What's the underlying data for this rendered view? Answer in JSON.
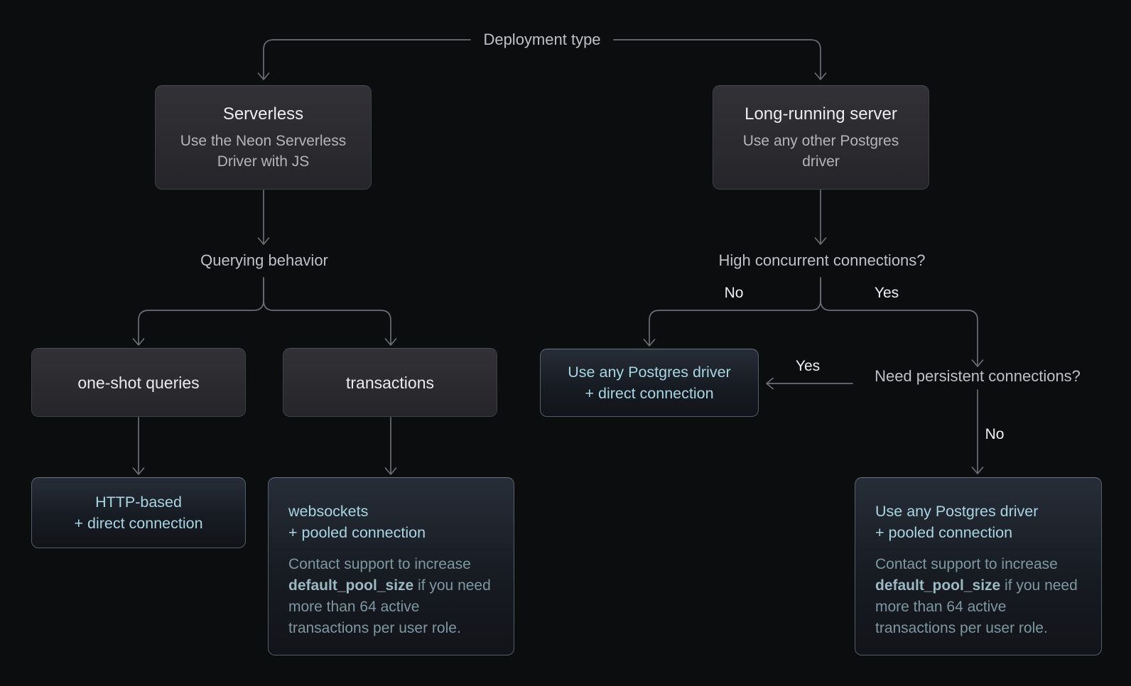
{
  "labels": {
    "deployment_type": "Deployment type",
    "querying_behavior": "Querying behavior",
    "high_concurrent": "High concurrent connections?",
    "need_persistent": "Need persistent connections?",
    "no_left": "No",
    "yes_right": "Yes",
    "yes_to_direct": "Yes",
    "no_down": "No"
  },
  "nodes": {
    "serverless": {
      "title": "Serverless",
      "subtitle": "Use the Neon Serverless Driver with JS"
    },
    "long_running": {
      "title": "Long-running server",
      "subtitle": "Use any other Postgres driver"
    },
    "one_shot": {
      "title": "one-shot queries"
    },
    "transactions": {
      "title": "transactions"
    },
    "http_based": {
      "line1": "HTTP-based",
      "line2": "+ direct connection"
    },
    "websockets": {
      "line1": "websockets",
      "line2": "+ pooled connection",
      "note_pre": "Contact support to increase ",
      "note_code": "default_pool_size",
      "note_post": " if you need more than 64 active transactions per user role."
    },
    "direct_driver": {
      "line1": "Use any Postgres driver",
      "line2": "+ direct connection"
    },
    "pooled_driver": {
      "line1": "Use any Postgres driver",
      "line2": "+ pooled connection",
      "note_pre": "Contact support to increase ",
      "note_code": "default_pool_size",
      "note_post": " if you need more than 64 active transactions per user role."
    }
  },
  "colors": {
    "background": "#0c0d0e",
    "connector_line": "#6b6d72",
    "label_text": "#bfc1c6",
    "choice_text": "#eef0f3",
    "gray_node_top": "#323136",
    "gray_node_bottom": "#262529",
    "teal_border": "#51606c",
    "teal_primary_text": "#a8d5e3",
    "teal_note_text": "#7e97a2"
  }
}
